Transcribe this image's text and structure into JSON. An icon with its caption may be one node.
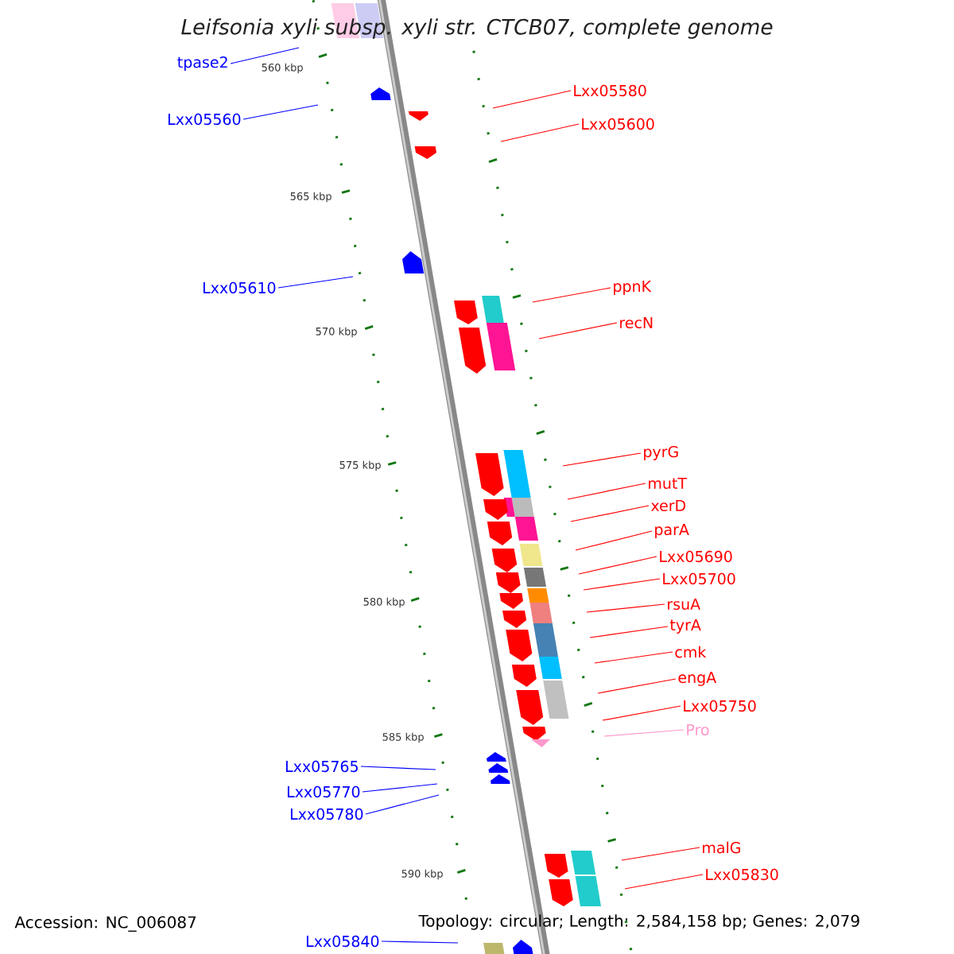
{
  "diagram": {
    "title": "Leifsonia xyli subsp. xyli str. CTCB07, complete genome",
    "nodes": [
      {
        "text": [
          "tpase2"
        ]
      },
      {
        "text": [
          "Lxx05560"
        ]
      },
      {
        "text": [
          "Lxx05580"
        ]
      },
      {
        "text": [
          "Lxx05600"
        ]
      },
      {
        "text": [
          "Lxx05610"
        ]
      },
      {
        "text": [
          "ppnK"
        ]
      },
      {
        "text": [
          "recN"
        ]
      },
      {
        "text": [
          "pyrG"
        ]
      },
      {
        "text": [
          "mutT"
        ]
      },
      {
        "text": [
          "xerD"
        ]
      },
      {
        "text": [
          "parA"
        ]
      },
      {
        "text": [
          "Lxx05690"
        ]
      },
      {
        "text": [
          "Lxx05700"
        ]
      },
      {
        "text": [
          "rsuA"
        ]
      },
      {
        "text": [
          "tyrA"
        ]
      },
      {
        "text": [
          "cmk"
        ]
      },
      {
        "text": [
          "engA"
        ]
      },
      {
        "text": [
          "Lxx05750"
        ]
      },
      {
        "text": [
          "Pro"
        ]
      },
      {
        "text": [
          "Lxx05765"
        ]
      },
      {
        "text": [
          "Lxx05770"
        ]
      },
      {
        "text": [
          "Lxx05780"
        ]
      },
      {
        "text": [
          "malG"
        ]
      },
      {
        "text": [
          "Lxx05830"
        ]
      },
      {
        "text": [
          "Lxx05840"
        ]
      }
    ],
    "edges": [
      {
        "from": 0,
        "to": null,
        "arrow": "none",
        "color": "#0000ff"
      },
      {
        "from": 1,
        "to": null,
        "arrow": "none",
        "color": "#0000ff"
      },
      {
        "from": 2,
        "to": null,
        "arrow": "none"
      },
      {
        "from": 3,
        "to": null,
        "arrow": "none"
      },
      {
        "from": 4,
        "to": null,
        "arrow": "none",
        "color": "#0000ff"
      },
      {
        "from": 5,
        "to": null,
        "arrow": "none"
      },
      {
        "from": 6,
        "to": null,
        "arrow": "none"
      },
      {
        "from": 7,
        "to": null,
        "arrow": "none"
      },
      {
        "from": 8,
        "to": null,
        "arrow": "none"
      },
      {
        "from": 9,
        "to": null,
        "arrow": "none"
      },
      {
        "from": 10,
        "to": null,
        "arrow": "none"
      },
      {
        "from": 11,
        "to": null,
        "arrow": "none"
      },
      {
        "from": 12,
        "to": null,
        "arrow": "none"
      },
      {
        "from": 13,
        "to": null,
        "arrow": "none"
      },
      {
        "from": 14,
        "to": null,
        "arrow": "none"
      },
      {
        "from": 15,
        "to": null,
        "arrow": "none"
      },
      {
        "from": 16,
        "to": null,
        "arrow": "none"
      },
      {
        "from": 17,
        "to": null,
        "arrow": "none"
      },
      {
        "from": 18,
        "to": null,
        "arrow": "none",
        "color": "#ff99cc"
      },
      {
        "from": 19,
        "to": null,
        "arrow": "none",
        "color": "#0000ff"
      },
      {
        "from": 20,
        "to": null,
        "arrow": "none",
        "color": "#0000ff"
      },
      {
        "from": 21,
        "to": null,
        "arrow": "none",
        "color": "#0000ff"
      },
      {
        "from": 22,
        "to": null,
        "arrow": "none"
      },
      {
        "from": 23,
        "to": null,
        "arrow": "none"
      },
      {
        "from": 24,
        "to": null,
        "arrow": "none",
        "color": "#0000ff"
      }
    ],
    "labels": [
      "560 kbp",
      "565 kbp",
      "570 kbp",
      "575 kbp",
      "580 kbp",
      "585 kbp",
      "590 kbp",
      "Accession: NC_006087",
      "Topology: circular; Length: 2,584,158 bp; Genes: 2,079"
    ]
  }
}
